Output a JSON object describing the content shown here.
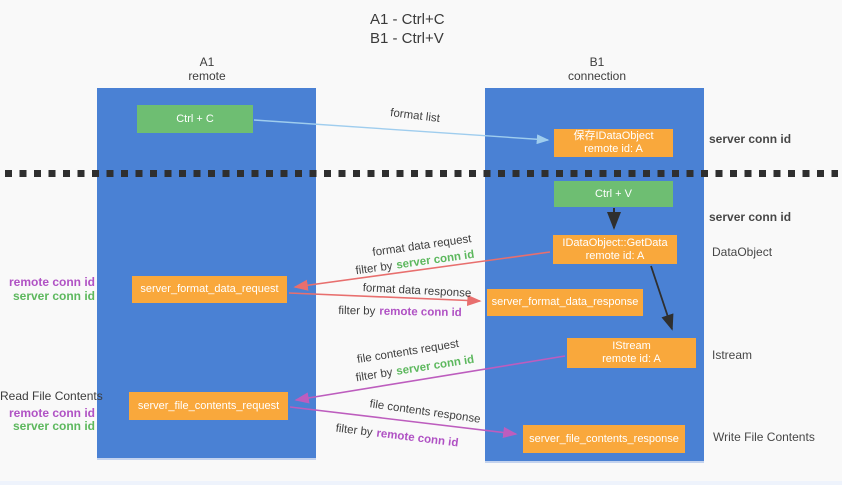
{
  "title": {
    "line1": "A1 - Ctrl+C",
    "line2": "B1 - Ctrl+V"
  },
  "lifelines": {
    "a1": {
      "name": "A1",
      "role": "remote"
    },
    "b1": {
      "name": "B1",
      "role": "connection"
    }
  },
  "nodes": {
    "ctrl_c": {
      "label": "Ctrl + C"
    },
    "ctrl_v": {
      "label": "Ctrl + V"
    },
    "save_dataobject": {
      "line1": "保存IDataObject",
      "line2": "remote id: A"
    },
    "getdata": {
      "line1": "IDataObject::GetData",
      "line2": "remote id: A"
    },
    "istream": {
      "line1": "IStream",
      "line2": "remote id: A"
    },
    "format_request": {
      "label": "server_format_data_request"
    },
    "format_response": {
      "label": "server_format_data_response"
    },
    "file_request": {
      "label": "server_file_contents_request"
    },
    "file_response": {
      "label": "server_file_contents_response"
    }
  },
  "arrow_labels": {
    "format_list": "format list",
    "format_data_request": "format data request",
    "format_data_response": "format data response",
    "file_contents_request": "file contents request",
    "file_contents_response": "file contents response",
    "filter_by": "filter by",
    "server_conn_id": "server conn id",
    "remote_conn_id": "remote conn id"
  },
  "side_labels": {
    "server_conn_id_top": "server conn id",
    "server_conn_id_mid": "server conn id",
    "dataobject": "DataObject",
    "istream": "Istream",
    "write_file_contents": "Write File Contents",
    "read_file_contents": "Read File Contents",
    "left_remote_conn_id": "remote conn id",
    "left_server_conn_id": "server conn id"
  },
  "colors": {
    "lifeline_blue": "#4a81d4",
    "action_green": "#6ebe72",
    "message_orange": "#f9a83c",
    "format_list_blue": "#9fcdee",
    "request_red": "#e86f6e",
    "purple_arrow": "#bd5dbe",
    "green_text": "#5db85e",
    "purple_text": "#b052c4"
  }
}
